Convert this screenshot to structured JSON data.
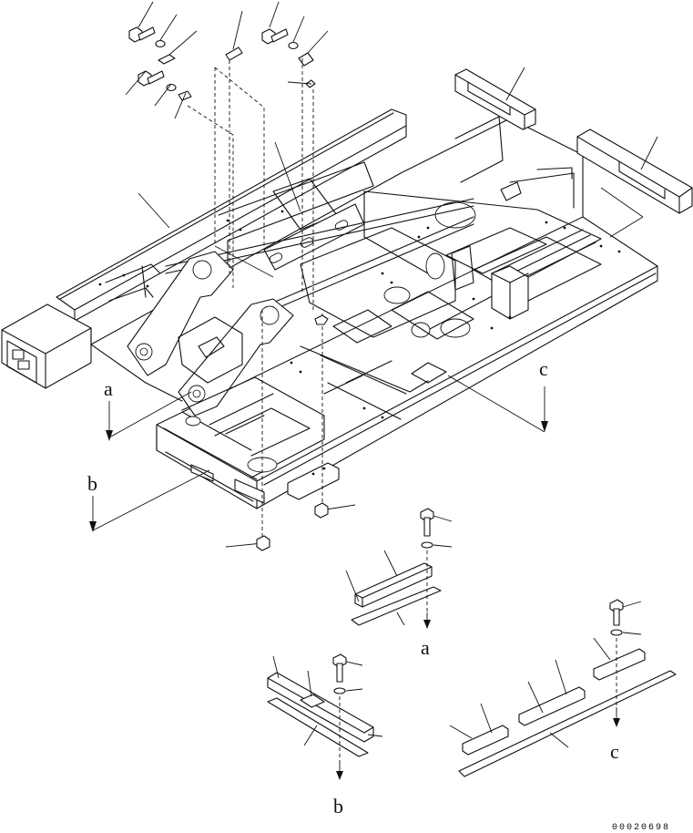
{
  "labels": {
    "view_a": "a",
    "view_b": "b",
    "view_c": "c",
    "detail_a": "a",
    "detail_b": "b",
    "detail_c": "c"
  },
  "drawing_number": "00020698"
}
